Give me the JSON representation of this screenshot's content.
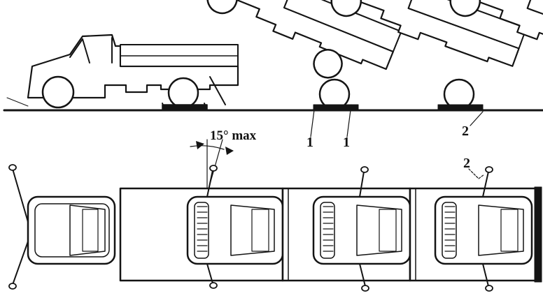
{
  "labels": {
    "angle": "15° max",
    "callout_1a": "1",
    "callout_1b": "1",
    "callout_2_side": "2",
    "callout_2_top": "2"
  },
  "colors": {
    "ink": "#141414",
    "paper": "#ffffff"
  }
}
